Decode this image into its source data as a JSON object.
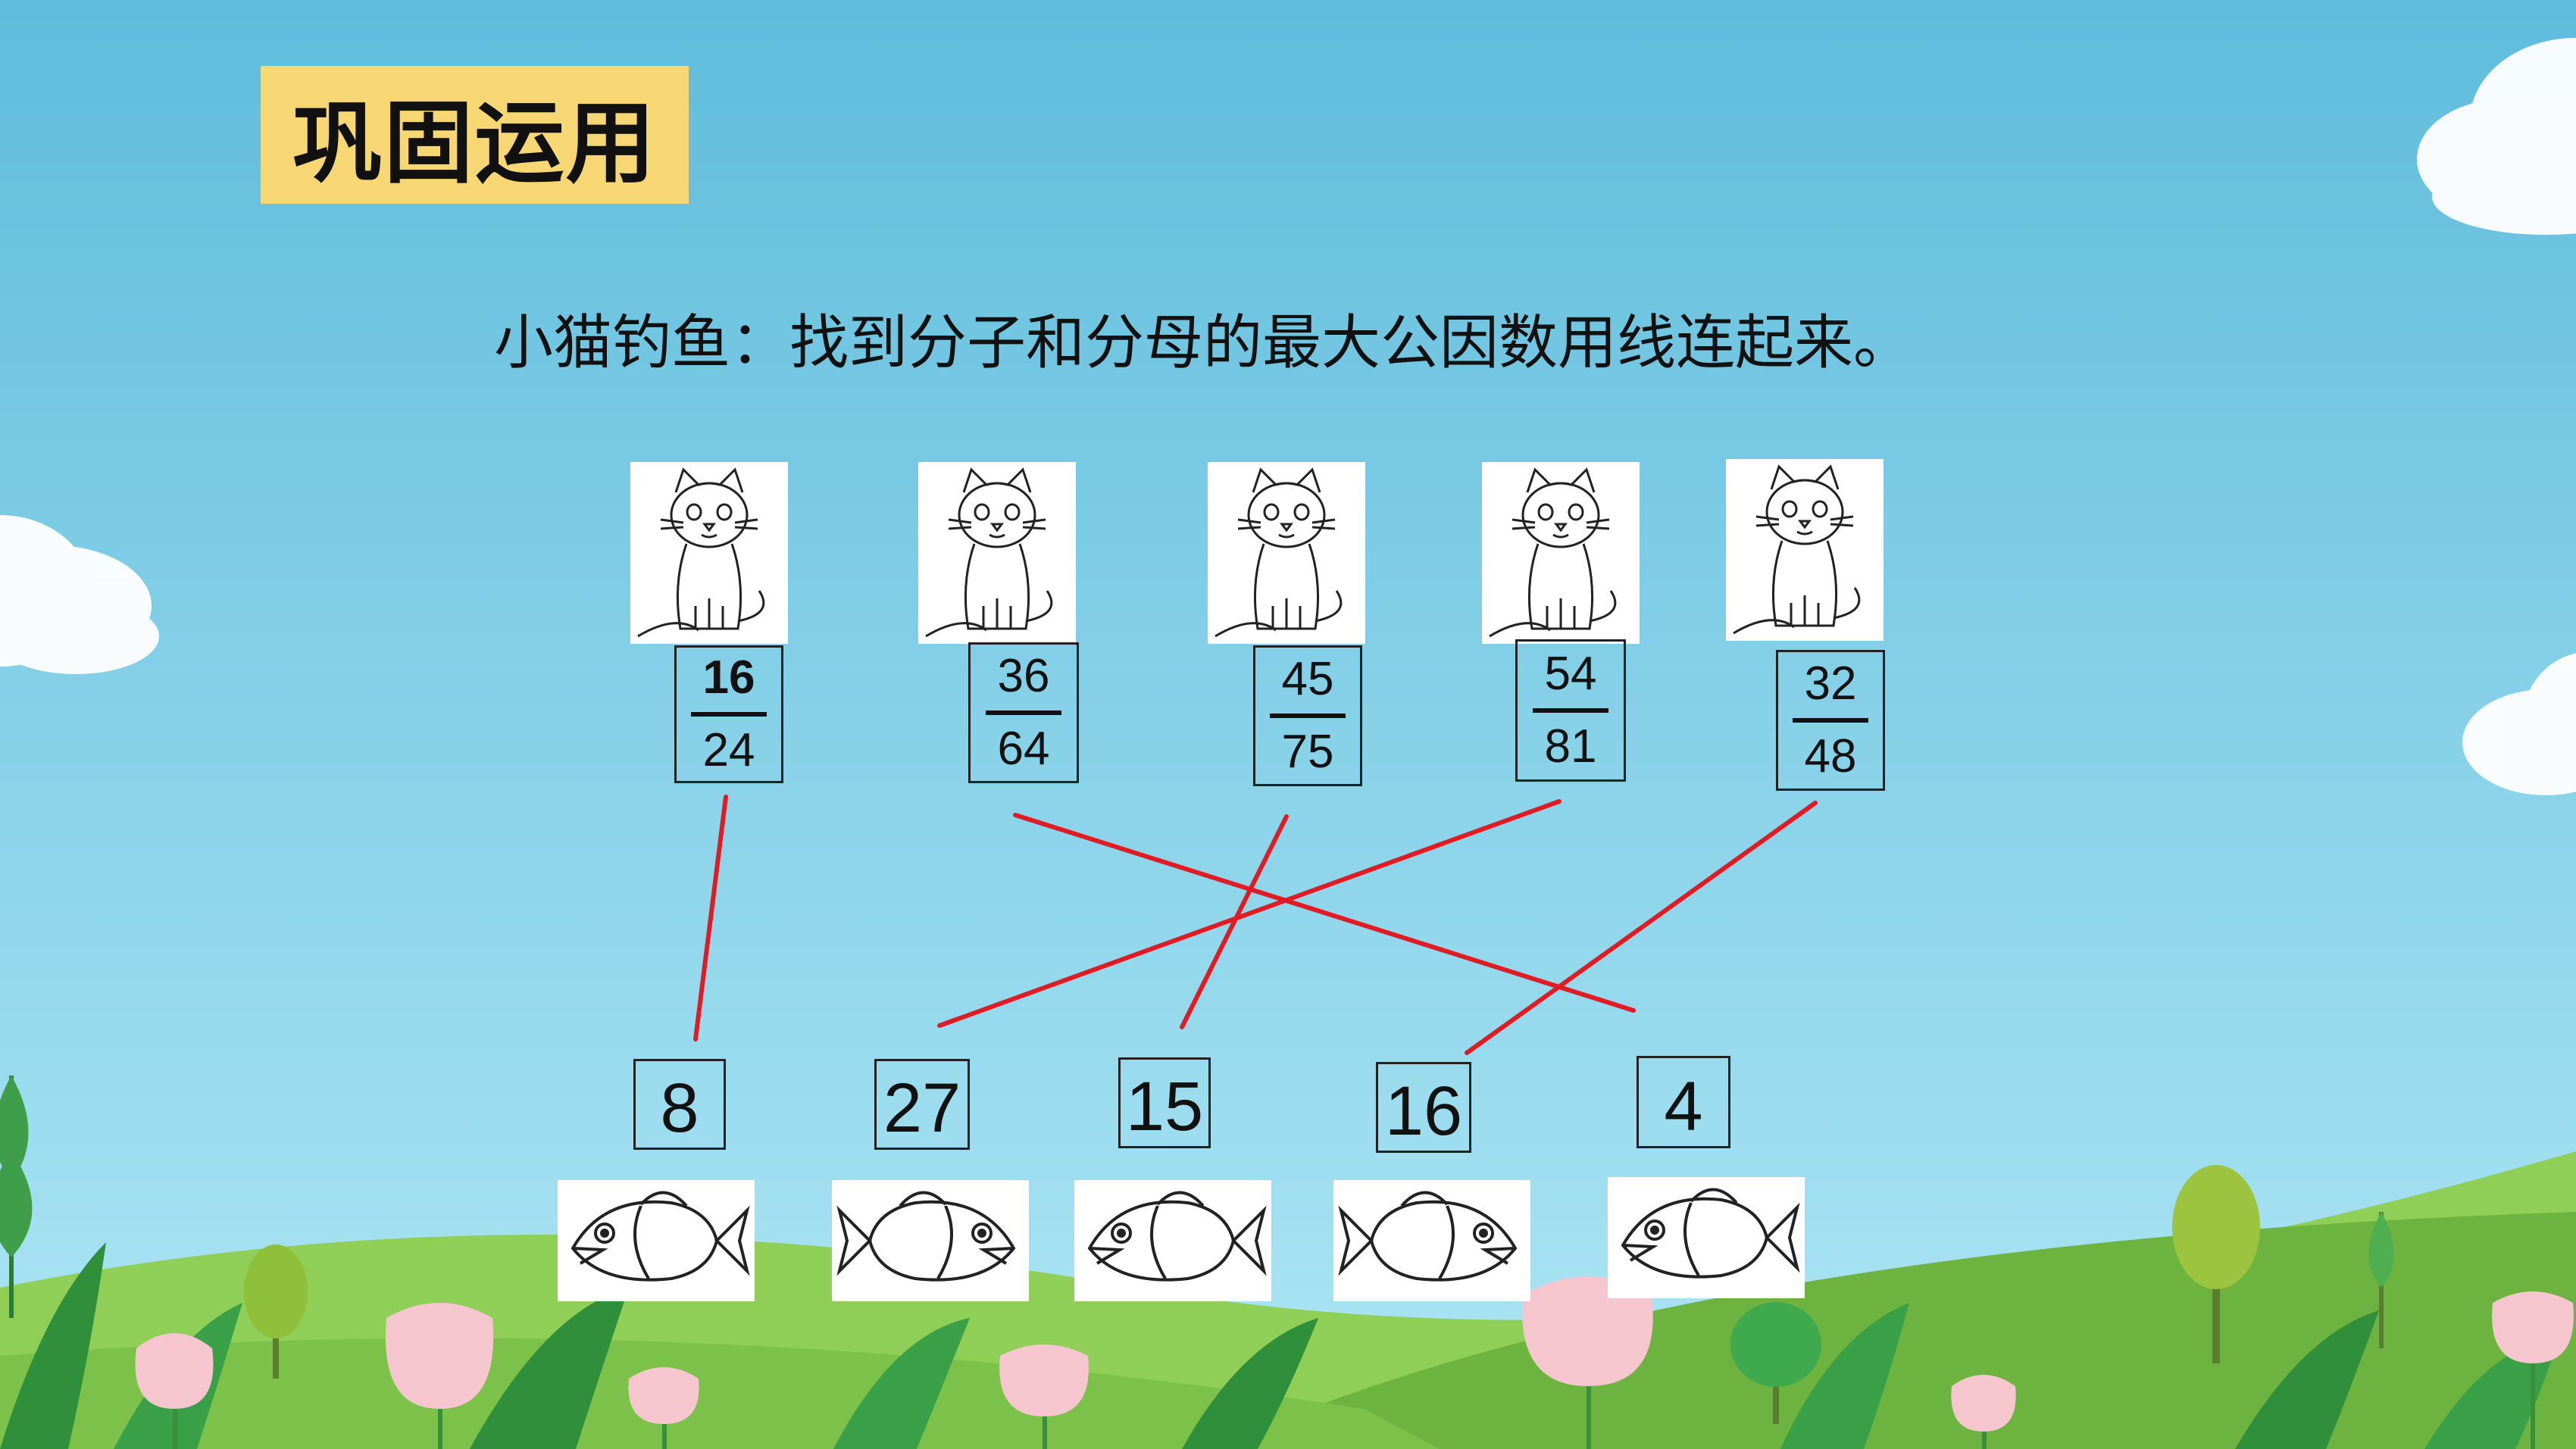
{
  "slide": {
    "title": "巩固运用",
    "instruction": "小猫钓鱼：找到分子和分母的最大公因数用线连起来。"
  },
  "cats": [
    {
      "numerator": "16",
      "denominator": "24"
    },
    {
      "numerator": "36",
      "denominator": "64"
    },
    {
      "numerator": "45",
      "denominator": "75"
    },
    {
      "numerator": "54",
      "denominator": "81"
    },
    {
      "numerator": "32",
      "denominator": "48"
    }
  ],
  "fish": [
    {
      "value": "8"
    },
    {
      "value": "27"
    },
    {
      "value": "15"
    },
    {
      "value": "16"
    },
    {
      "value": "4"
    }
  ],
  "icons": {
    "cat": "cat-line-drawing-icon",
    "fish": "fish-line-drawing-icon"
  },
  "colors": {
    "sky_top": "#5fbcdc",
    "sky_bottom": "#a8e3f2",
    "title_bg": "#f7d774",
    "line": "#e01b24",
    "hill": "#7cc14a"
  }
}
